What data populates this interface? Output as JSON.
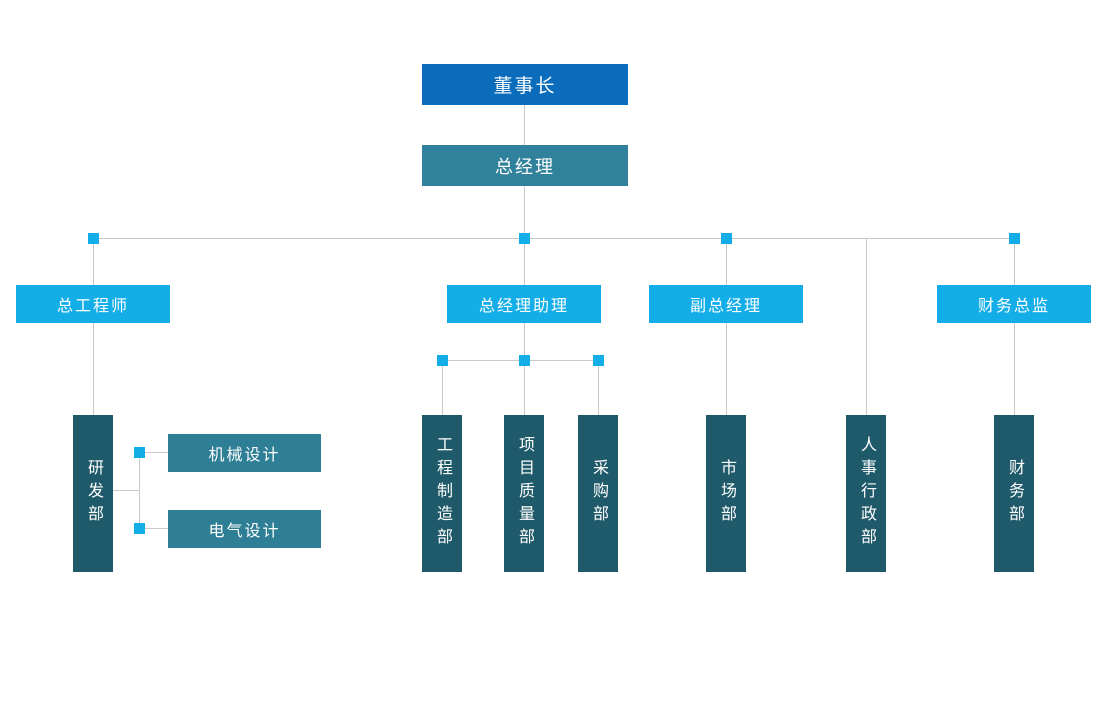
{
  "org_chart": {
    "type": "org-tree",
    "nodes": {
      "chairman": {
        "label": "董事长",
        "level": 1,
        "reports_to": null
      },
      "general_manager": {
        "label": "总经理",
        "level": 2,
        "reports_to": "chairman"
      },
      "chief_engineer": {
        "label": "总工程师",
        "level": 3,
        "reports_to": "general_manager"
      },
      "gm_assistant": {
        "label": "总经理助理",
        "level": 3,
        "reports_to": "general_manager"
      },
      "deputy_general_manager": {
        "label": "副总经理",
        "level": 3,
        "reports_to": "general_manager"
      },
      "finance_director": {
        "label": "财务总监",
        "level": 3,
        "reports_to": "general_manager"
      },
      "rd_department": {
        "label": "研发部",
        "level": 4,
        "reports_to": "chief_engineer"
      },
      "mechanical_design": {
        "label": "机械设计",
        "level": 5,
        "reports_to": "rd_department"
      },
      "electrical_design": {
        "label": "电气设计",
        "level": 5,
        "reports_to": "rd_department"
      },
      "engineering_manufacturing_department": {
        "label": "工程制造部",
        "level": 4,
        "reports_to": "gm_assistant"
      },
      "project_quality_department": {
        "label": "项目质量部",
        "level": 4,
        "reports_to": "gm_assistant"
      },
      "purchasing_department": {
        "label": "采购部",
        "level": 4,
        "reports_to": "gm_assistant"
      },
      "marketing_department": {
        "label": "市场部",
        "level": 4,
        "reports_to": "deputy_general_manager"
      },
      "hr_admin_department": {
        "label": "人事行政部",
        "level": 4,
        "reports_to": "general_manager"
      },
      "finance_department": {
        "label": "财务部",
        "level": 4,
        "reports_to": "finance_director"
      }
    },
    "colors": {
      "chairman_box": "#0a6cba",
      "general_manager_box": "#30819b",
      "level3_box": "#13ade8",
      "department_box": "#1f5a6a",
      "design_team_box": "#2e7e95",
      "connector_line": "#c9c9c9",
      "junction_marker": "#13ade8"
    }
  }
}
